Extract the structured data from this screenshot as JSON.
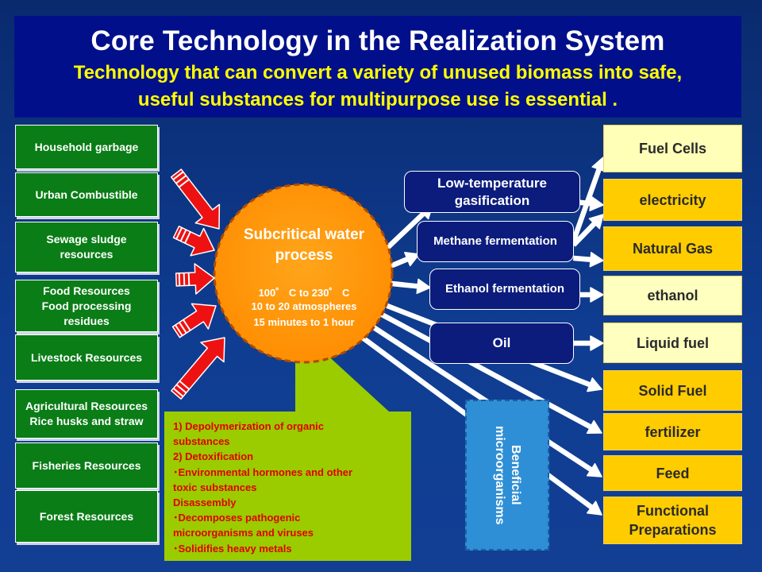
{
  "title": "Core Technology in the Realization System",
  "subtitle_line1": "Technology that can convert a variety of unused biomass into safe,",
  "subtitle_line2": "useful substances for multipurpose use is essential .",
  "colors": {
    "background": "#0e3a8f",
    "title_banner": "#01108a",
    "source_box": "#0a7d16",
    "output_box": "#ffcc00",
    "center_circle": "#ff9a00",
    "callout": "#9acc00",
    "callout_text": "#e00000",
    "process_box": "#0b1c7c",
    "microbes_box": "#2f8fd6",
    "input_arrow": "#ee1111"
  },
  "sources": [
    {
      "lines": [
        "Household garbage"
      ]
    },
    {
      "lines": [
        "Urban Combustible"
      ]
    },
    {
      "lines": [
        "Sewage sludge",
        "resources"
      ]
    },
    {
      "lines": [
        "Food Resources",
        "Food processing",
        "residues"
      ]
    },
    {
      "lines": [
        "Livestock Resources"
      ]
    },
    {
      "lines": [
        "Agricultural Resources",
        "Rice husks and straw"
      ]
    },
    {
      "lines": [
        "Fisheries Resources"
      ]
    },
    {
      "lines": [
        "Forest Resources"
      ]
    }
  ],
  "center": {
    "title_line1": "Subcritical water",
    "title_line2": "process",
    "conditions": [
      "100゜ C to 230゜ C",
      "10 to 20 atmospheres",
      "15 minutes to 1 hour"
    ]
  },
  "processes": [
    {
      "lines": [
        "Low-temperature",
        "gasification"
      ]
    },
    {
      "lines": [
        "Methane fermentation"
      ]
    },
    {
      "lines": [
        "Ethanol fermentation"
      ]
    },
    {
      "lines": [
        "Oil"
      ]
    }
  ],
  "outputs": [
    {
      "lines": [
        "Fuel Cells"
      ]
    },
    {
      "lines": [
        "electricity"
      ]
    },
    {
      "lines": [
        "Natural Gas"
      ]
    },
    {
      "lines": [
        "ethanol"
      ]
    },
    {
      "lines": [
        "Liquid fuel"
      ]
    },
    {
      "lines": [
        "Solid Fuel"
      ]
    },
    {
      "lines": [
        "fertilizer"
      ]
    },
    {
      "lines": [
        "Feed"
      ]
    },
    {
      "lines": [
        "Functional",
        "Preparations"
      ]
    }
  ],
  "callout_lines": [
    "1) Depolymerization of organic",
    "substances",
    "2) Detoxification",
    "･Environmental hormones and other",
    "toxic substances",
    "Disassembly",
    "･Decomposes pathogenic",
    "microorganisms and viruses",
    "･Solidifies heavy metals"
  ],
  "microbes_label": "Beneficial\nmicroorganisms"
}
